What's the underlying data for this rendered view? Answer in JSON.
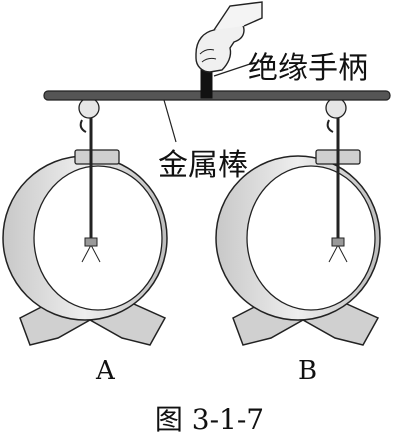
{
  "labels": {
    "insulating_handle": "绝缘手柄",
    "metal_rod": "金属棒",
    "electroscope_a": "A",
    "electroscope_b": "B"
  },
  "caption": "图 3-1-7",
  "colors": {
    "line": "#222222",
    "ring_fill": "#e2e2e2",
    "ring_shade": "#b4b4b4",
    "base_fill": "#d0d0d0",
    "rod_fill": "#555555",
    "handle_fill": "#111111"
  }
}
